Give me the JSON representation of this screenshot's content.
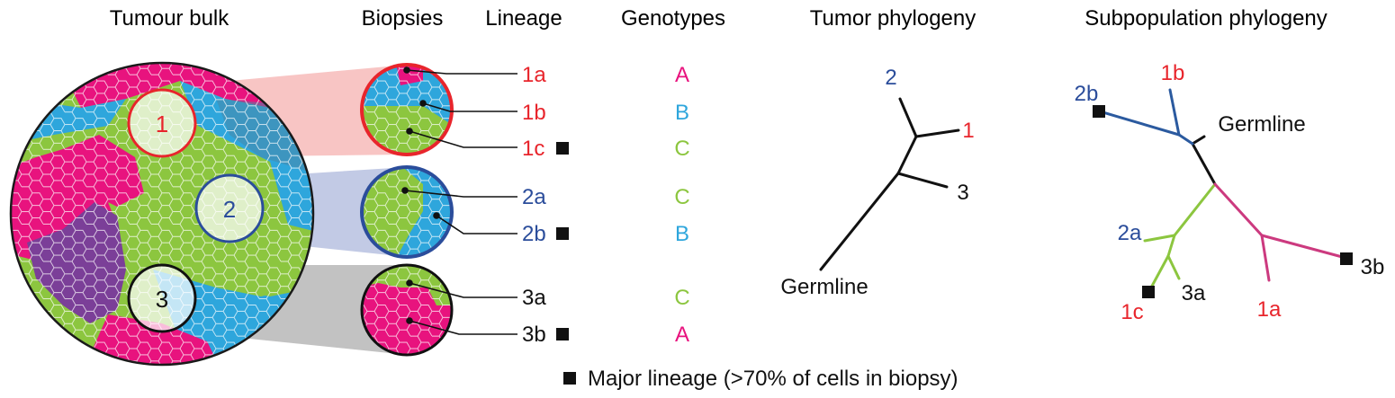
{
  "headers": {
    "tumour_bulk": "Tumour bulk",
    "biopsies": "Biopsies",
    "lineage": "Lineage",
    "genotypes": "Genotypes",
    "tumor_phylogeny": "Tumor phylogeny",
    "subpopulation_phylogeny": "Subpopulation phylogeny"
  },
  "biopsy_labels": [
    "1",
    "2",
    "3"
  ],
  "lineages": [
    {
      "id": "1a",
      "genotype": "A",
      "major": false,
      "color": "#e8252c"
    },
    {
      "id": "1b",
      "genotype": "B",
      "major": false,
      "color": "#e8252c"
    },
    {
      "id": "1c",
      "genotype": "C",
      "major": true,
      "color": "#e8252c"
    },
    {
      "id": "2a",
      "genotype": "C",
      "major": false,
      "color": "#2b4d9b"
    },
    {
      "id": "2b",
      "genotype": "B",
      "major": true,
      "color": "#2b4d9b"
    },
    {
      "id": "3a",
      "genotype": "C",
      "major": false,
      "color": "#111111"
    },
    {
      "id": "3b",
      "genotype": "A",
      "major": true,
      "color": "#111111"
    }
  ],
  "genotype_colors": {
    "A": "#e8137e",
    "B": "#2ea6dc",
    "C": "#8cc63f",
    "D": "#7b3f98"
  },
  "biopsy_colors": {
    "1": "#e8252c",
    "2": "#2b4d9b",
    "3": "#111111"
  },
  "tumor_phylogeny": {
    "labels": [
      "2",
      "1",
      "3",
      "Germline"
    ]
  },
  "subpop_phylogeny": {
    "labels": [
      "2b",
      "1b",
      "Germline",
      "2a",
      "3b",
      "1c",
      "3a",
      "1a"
    ]
  },
  "legend": {
    "text": "Major lineage (>70% of cells in biopsy)"
  }
}
